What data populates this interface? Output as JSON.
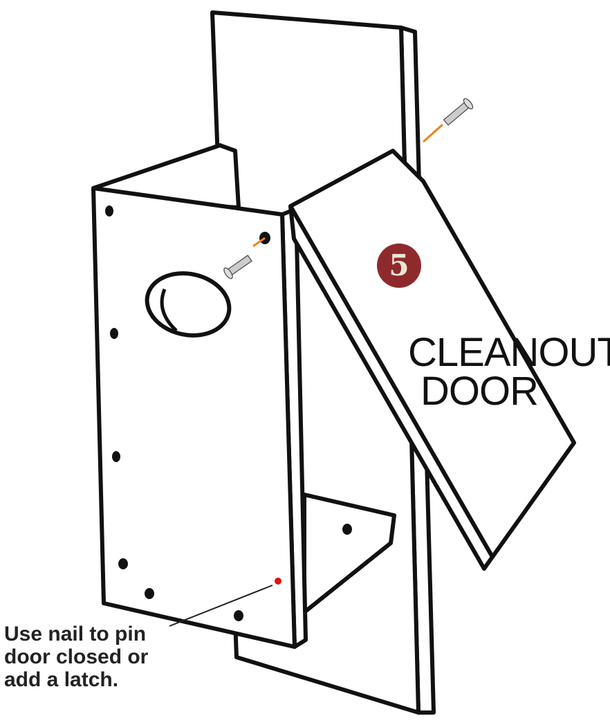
{
  "step": {
    "number": "5",
    "badge_color": "#8e2a2c"
  },
  "part_label": {
    "line1": "CLEANOUT",
    "line2": "DOOR"
  },
  "caption": {
    "line1": "Use nail to pin",
    "line2": "door closed or",
    "line3": "add a latch."
  },
  "colors": {
    "outline": "#111111",
    "guide_line": "#e8861a",
    "marker": "#e01010",
    "screw": "#bbbbbb"
  },
  "icons": [
    "screw-icon",
    "nail-hole-marker"
  ]
}
